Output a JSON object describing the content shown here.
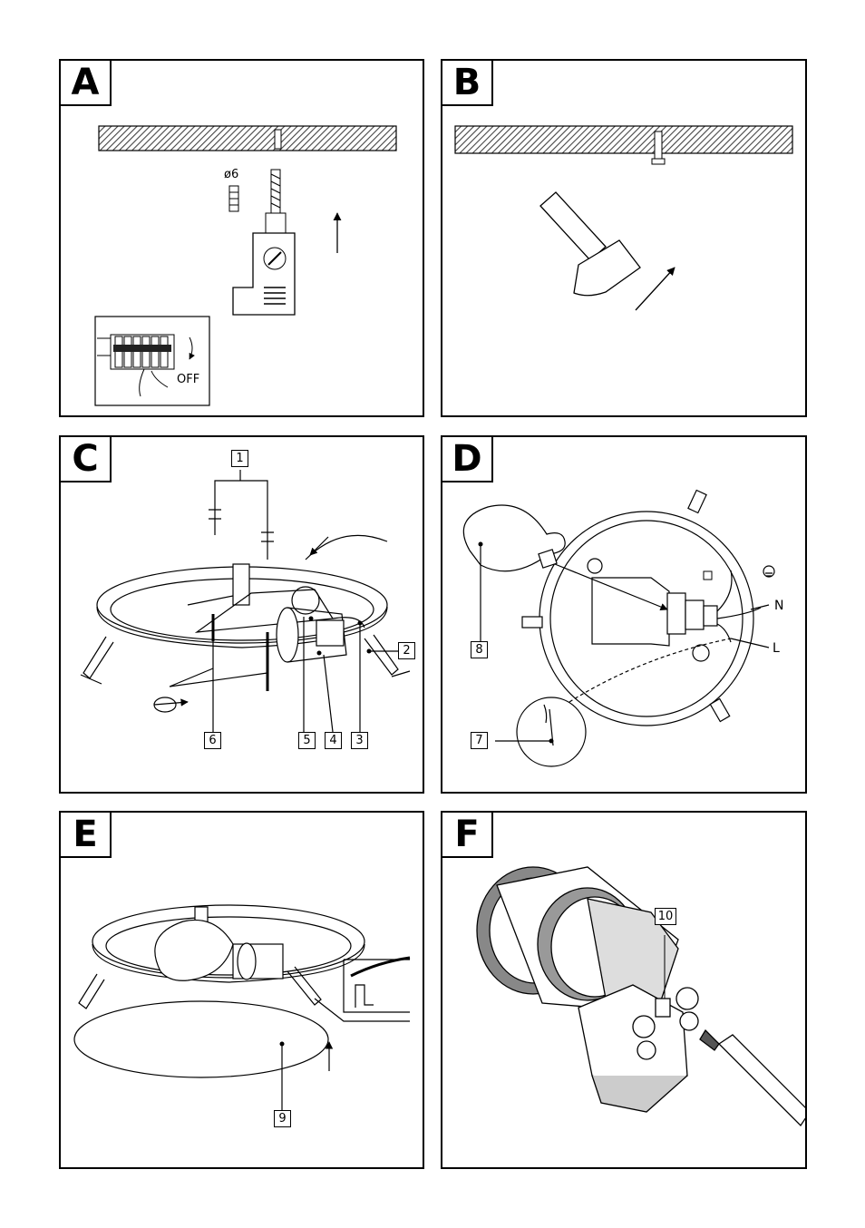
{
  "panels": {
    "a": {
      "label": "A",
      "drill_text": "ø6",
      "off_text": "OFF"
    },
    "b": {
      "label": "B"
    },
    "c": {
      "label": "C",
      "callouts": [
        "1",
        "2",
        "6",
        "5",
        "4",
        "3"
      ]
    },
    "d": {
      "label": "D",
      "callouts": [
        "8",
        "7"
      ],
      "n_text": "N",
      "l_text": "L"
    },
    "e": {
      "label": "E",
      "callouts": [
        "9"
      ]
    },
    "f": {
      "label": "F",
      "callouts": [
        "10"
      ]
    }
  },
  "colors": {
    "line": "#000000",
    "background": "#ffffff",
    "hatch": "#555555"
  }
}
